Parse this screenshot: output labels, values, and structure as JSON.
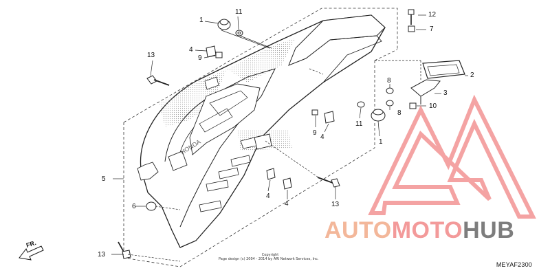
{
  "diagram": {
    "callouts": [
      "1",
      "11",
      "12",
      "7",
      "13",
      "4",
      "9",
      "2",
      "3",
      "8",
      "8",
      "10",
      "5",
      "9",
      "4",
      "11",
      "1",
      "6",
      "4",
      "4",
      "13",
      "13"
    ],
    "fr_label": "FR.",
    "copyright_lines": [
      "Copyright",
      "Page design (c) 2004 - 2014 by ARI Network Services, Inc."
    ],
    "diagram_code": "MEYAF2300",
    "decal_text": "HONDA"
  },
  "watermark": {
    "part1": "AUTO",
    "part2": "MOTO",
    "part3": "HUB",
    "color1": "#f3b79a",
    "color2": "#f39a9a",
    "color3": "#7d7d7d",
    "logo_color": "#f08080"
  }
}
